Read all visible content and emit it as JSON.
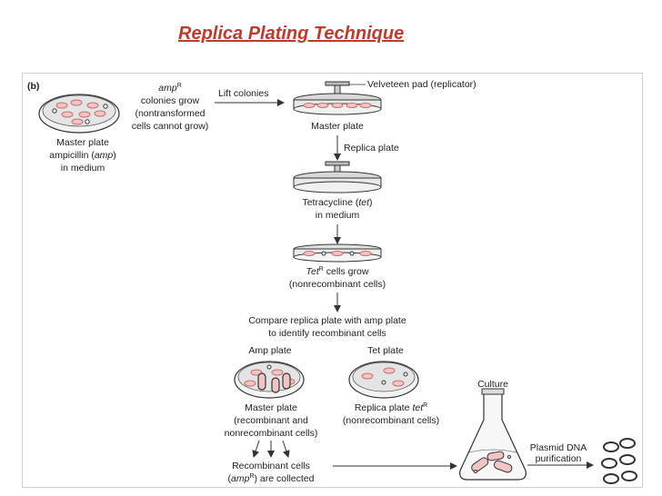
{
  "title": "Replica Plating Technique",
  "panel_label": "(b)",
  "master_plate_initial": {
    "line1": "Master plate",
    "line2_prefix": "ampicillin (",
    "line2_italic": "amp",
    "line2_suffix": ")",
    "line3": "in medium"
  },
  "amp_colonies": {
    "line1_italic": "amp",
    "line1_sup": "R",
    "line2": "colonies grow",
    "line3": "(nontransformed",
    "line4": "cells cannot grow)"
  },
  "lift_colonies": "Lift colonies",
  "velveteen": "Velveteen pad (replicator)",
  "master_plate": "Master plate",
  "replica_plate": "Replica plate",
  "tetracycline": {
    "line1_prefix": "Tetracycline (",
    "line1_italic": "tet",
    "line1_suffix": ")",
    "line2": "in medium"
  },
  "tet_cells": {
    "line1_italic": "Tet",
    "line1_sup": "R",
    "line1_suffix": " cells grow",
    "line2": "(nonrecombinant cells)"
  },
  "compare": {
    "line1": "Compare replica plate with amp plate",
    "line2": "to identify recombinant cells"
  },
  "amp_plate": "Amp plate",
  "tet_plate": "Tet plate",
  "master_plate_recomb": {
    "line1": "Master plate",
    "line2": "(recombinant and",
    "line3": "nonrecombinant cells)"
  },
  "replica_plate_tet": {
    "line1_prefix": "Replica plate ",
    "line1_italic": "tet",
    "line1_sup": "R",
    "line2": "(nonrecombinant cells)"
  },
  "recombinant_cells": {
    "line1": "Recombinant cells",
    "line2_prefix": "(",
    "line2_italic": "amp",
    "line2_sup": "R",
    "line2_suffix": ") are collected"
  },
  "culture": "Culture",
  "plasmid": {
    "line1": "Plasmid DNA",
    "line2": "purification"
  },
  "colors": {
    "title": "#c0392b",
    "cell_fill": "#f2c4c4",
    "cell_stroke": "#c87070",
    "line": "#333333"
  }
}
